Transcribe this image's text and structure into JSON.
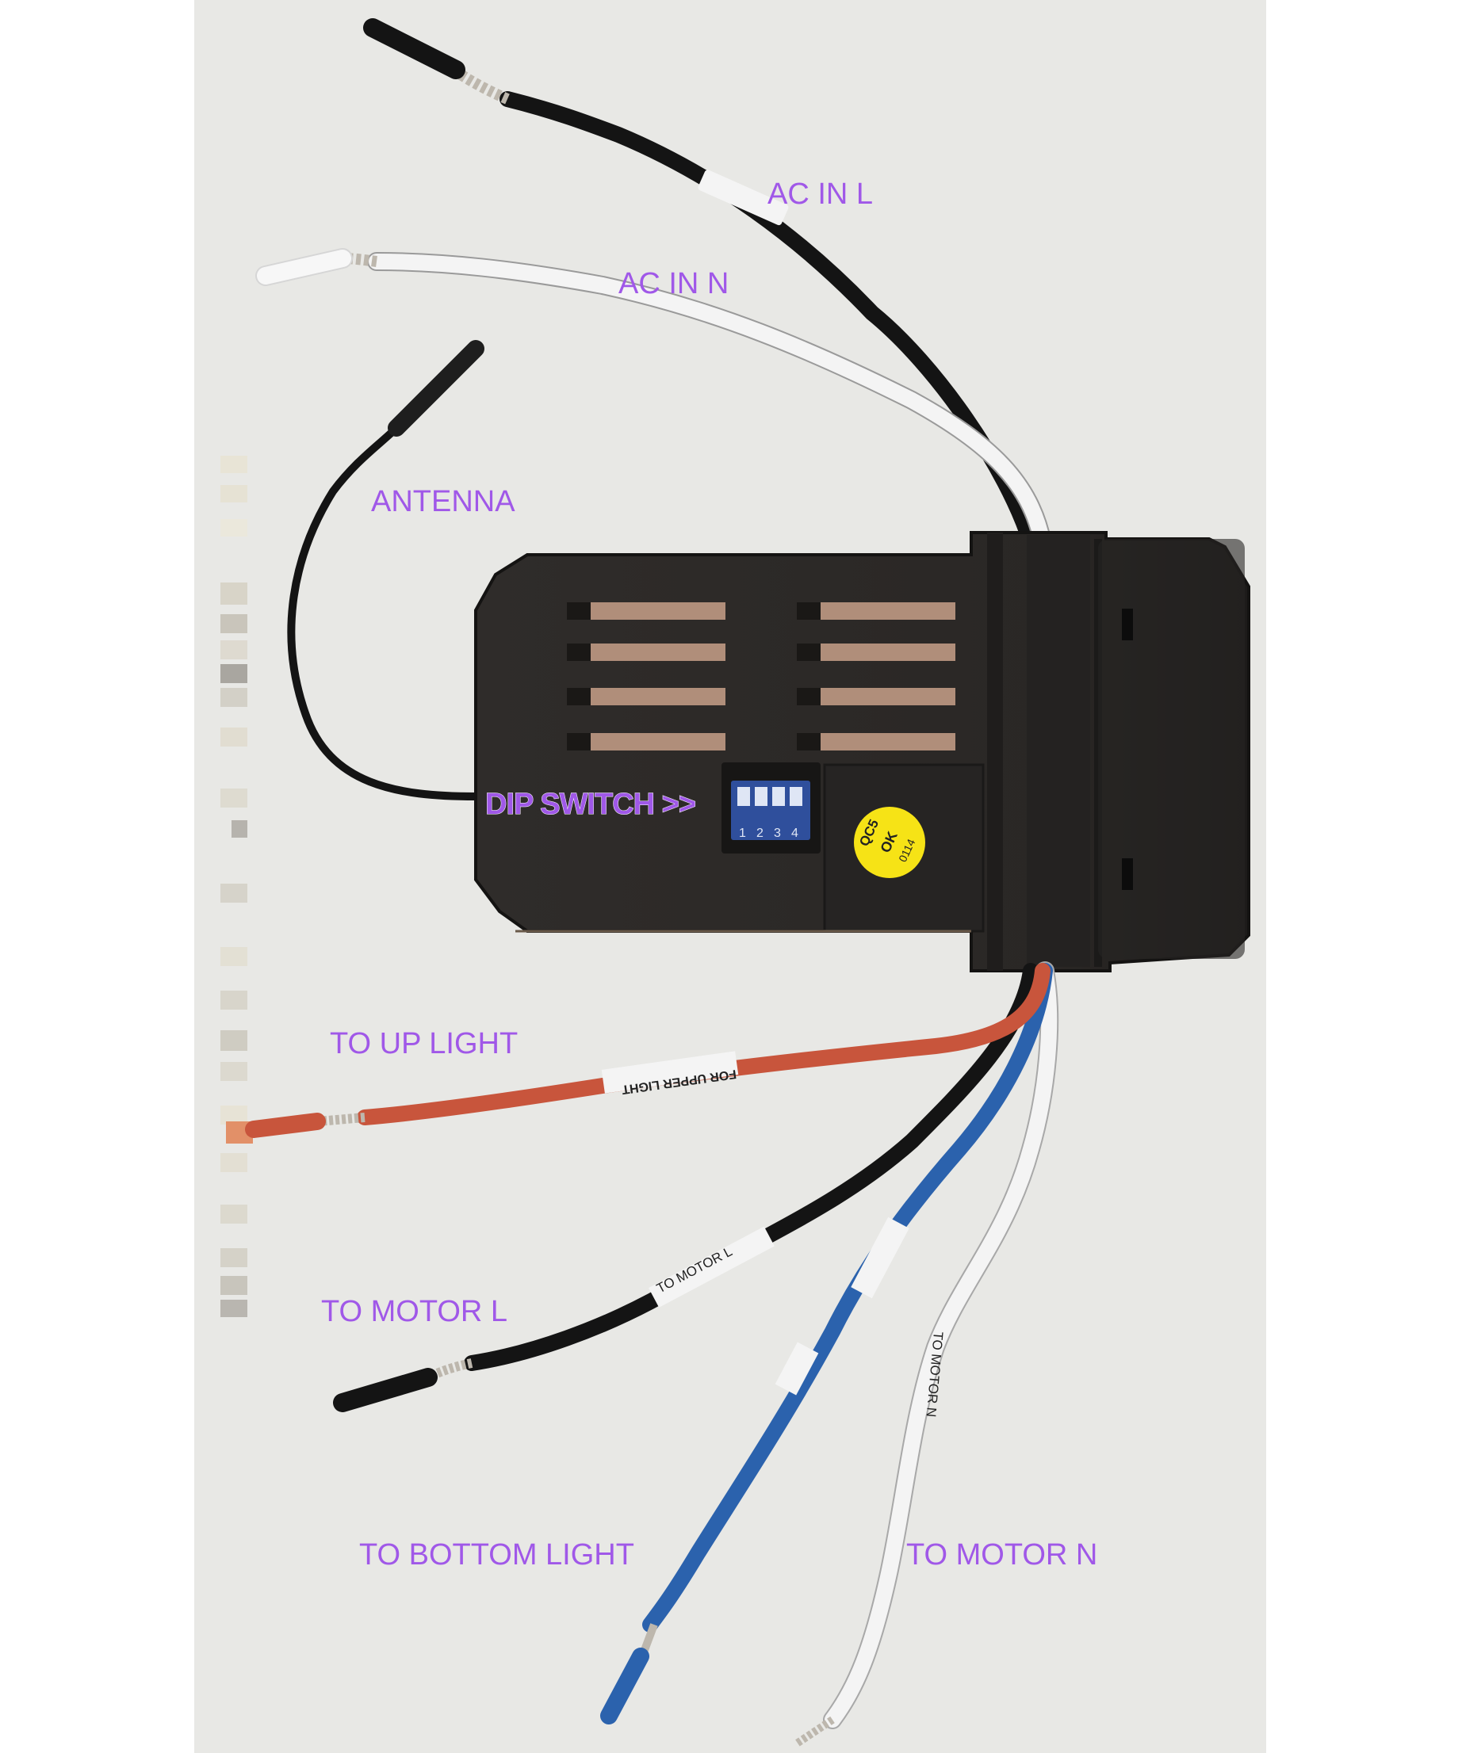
{
  "colors": {
    "page_background": "#ffffff",
    "scan_background": "#ecebe9",
    "label_color": "#a058e8",
    "housing": "#2c2927",
    "housing_dark": "#1c1a19",
    "vent_slot": "#b08e7a",
    "dip_switch": "#2f4f9c",
    "sticker": "#f6e316",
    "wire_black": "#141414",
    "wire_white": "#f4f4f4",
    "wire_red": "#c8553c",
    "wire_blue": "#2b62ad",
    "copper_strands": "#bdb7ad"
  },
  "labels": {
    "ac_in_l": "AC IN L",
    "ac_in_n": "AC IN N",
    "antenna": "ANTENNA",
    "dip_switch": "DIP SWITCH >>",
    "to_up_light": "TO UP LIGHT",
    "to_motor_l": "TO MOTOR L",
    "to_bottom_light": "TO BOTTOM LIGHT",
    "to_motor_n": "TO MOTOR N"
  },
  "printed_text": {
    "dip_switch_positions": [
      "1",
      "2",
      "3",
      "4"
    ],
    "sticker_line_1": "QC5",
    "sticker_line_2": "OK",
    "sticker_line_3": "0114",
    "red_wire_tag": "FOR UPPER LIGHT",
    "black_wire_tag": "TO MOTOR L",
    "white_wire_tag": "TO MOTOR N"
  }
}
